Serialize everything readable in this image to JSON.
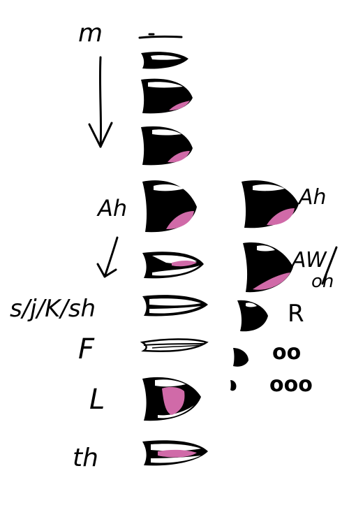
{
  "colors": {
    "ink": "#000000",
    "paper": "#ffffff",
    "tongue": "#d06aa8",
    "teeth": "#ffffff"
  },
  "labels": {
    "m": "m",
    "ah_left": "Ah",
    "s_j_k_sh": "s/j/K/sh",
    "f": "F",
    "l": "L",
    "th": "th",
    "ah_right": "Ah",
    "aw": "AW",
    "oh": "oh",
    "r": "R",
    "oo": "oo",
    "ooo": "ooo"
  }
}
